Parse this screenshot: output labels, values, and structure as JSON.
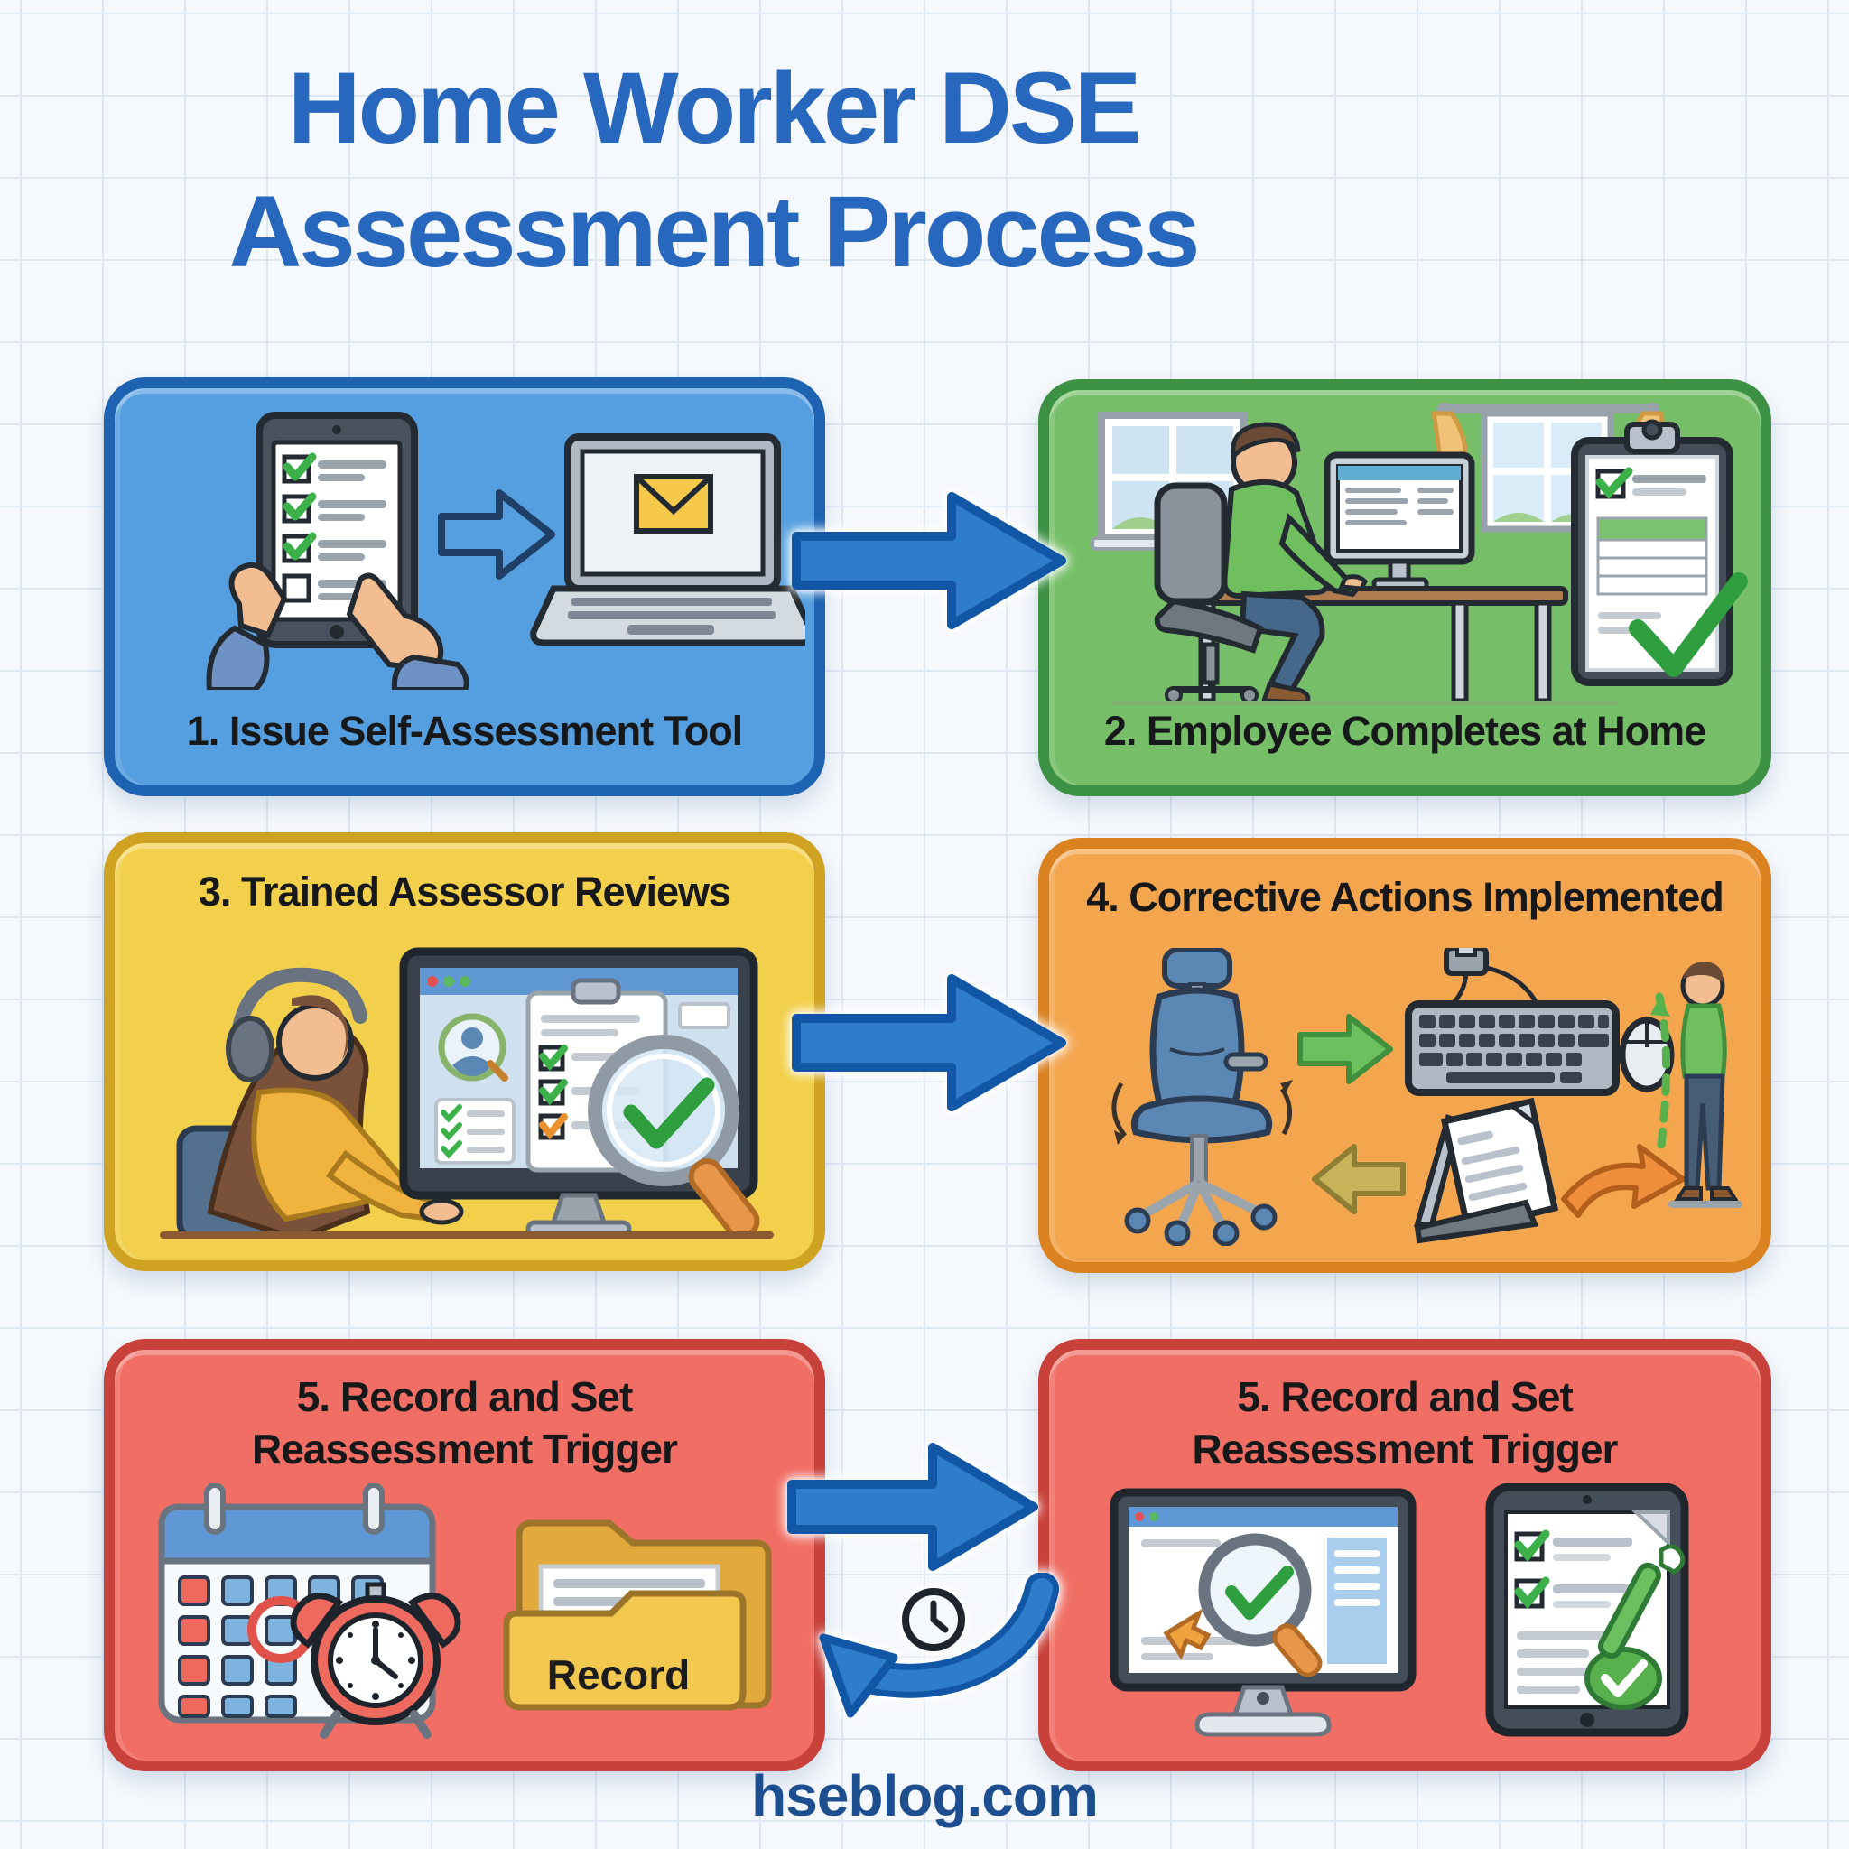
{
  "title": {
    "line1": "Home Worker DSE",
    "line2": "Assessment Process"
  },
  "steps": [
    {
      "number": "1",
      "label": "1. Issue Self-Assessment Tool",
      "fill": "#559edf",
      "border": "#1d63b2",
      "caption_position": "bottom",
      "icons": [
        "tablet-checklist-icon",
        "transfer-arrow-icon",
        "laptop-email-icon"
      ]
    },
    {
      "number": "2",
      "label": "2. Employee Completes at Home",
      "fill": "#76bf68",
      "border": "#3c9145",
      "caption_position": "bottom",
      "icons": [
        "window-icon",
        "curtain-window-icon",
        "home-workstation-icon",
        "checklist-clipboard-icon"
      ]
    },
    {
      "number": "3",
      "label": "3. Trained Assessor Reviews",
      "fill": "#f2d04b",
      "border": "#cfa321",
      "caption_position": "top",
      "icons": [
        "assessor-headset-icon",
        "monitor-checklist-icon",
        "magnifier-check-icon"
      ]
    },
    {
      "number": "4",
      "label": "4. Corrective Actions Implemented",
      "fill": "#f4a64f",
      "border": "#d9821f",
      "caption_position": "top",
      "icons": [
        "ergonomic-chair-icon",
        "adjust-arrow-icon",
        "keyboard-mouse-icon",
        "document-stand-icon",
        "review-arrow-icon",
        "posture-arrow-icon",
        "standing-posture-icon"
      ]
    },
    {
      "number": "5",
      "label": "5. Record and Set Reassessment Trigger",
      "fill": "#f06e64",
      "border": "#c8413a",
      "caption_position": "top",
      "folder_label": "Record",
      "icons": [
        "calendar-alarm-icon",
        "record-folder-icon"
      ]
    },
    {
      "number": "5",
      "label": "5. Record and Set Reassessment Trigger",
      "fill": "#f06e64",
      "border": "#c8413a",
      "caption_position": "top",
      "icons": [
        "monitor-review-icon",
        "tablet-signoff-icon"
      ]
    }
  ],
  "connectors": {
    "flow_arrows": [
      "flow-arrow-step1-step2",
      "flow-arrow-step3-step4",
      "flow-arrow-step5a-step5b"
    ],
    "loop": "reassessment-loop-arrow",
    "loop_icon": "clock-icon",
    "arrow_fill": "#2f7dca",
    "arrow_border": "#1257a6"
  },
  "footer": {
    "site": "hseblog.com"
  },
  "colors": {
    "background": "#f5f8fc",
    "grid_line": "#dde7f2",
    "title_text": "#2767bd",
    "caption_text": "#17181a",
    "footer_text": "#1d4e8f",
    "check_green": "#3cb14a",
    "alert_red": "#dd4f46",
    "folder_yellow": "#f3c84e",
    "envelope_yellow": "#f6c94b"
  }
}
